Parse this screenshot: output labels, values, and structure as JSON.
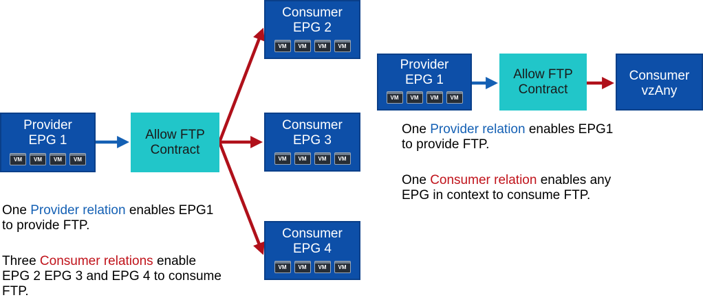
{
  "left": {
    "provider": {
      "line1": "Provider",
      "line2": "EPG 1",
      "vms": [
        "VM",
        "VM",
        "VM",
        "VM"
      ]
    },
    "contract": {
      "line1": "Allow FTP",
      "line2": "Contract"
    },
    "consumers": [
      {
        "line1": "Consumer",
        "line2": "EPG 2",
        "vms": [
          "VM",
          "VM",
          "VM",
          "VM"
        ]
      },
      {
        "line1": "Consumer",
        "line2": "EPG 3",
        "vms": [
          "VM",
          "VM",
          "VM",
          "VM"
        ]
      },
      {
        "line1": "Consumer",
        "line2": "EPG 4",
        "vms": [
          "VM",
          "VM",
          "VM",
          "VM"
        ]
      }
    ],
    "caption1": {
      "pre": "One ",
      "highlight": "Provider relation",
      "post": " enables EPG1",
      "line2": "to provide FTP."
    },
    "caption2": {
      "pre": "Three ",
      "highlight": "Consumer relations",
      "post": " enable",
      "line2": "EPG 2 EPG 3 and EPG 4 to consume",
      "line3": "FTP."
    }
  },
  "right": {
    "provider": {
      "line1": "Provider",
      "line2": "EPG 1",
      "vms": [
        "VM",
        "VM",
        "VM",
        "VM"
      ]
    },
    "contract": {
      "line1": "Allow FTP",
      "line2": "Contract"
    },
    "consumer": {
      "line1": "Consumer",
      "line2": "vzAny"
    },
    "caption1": {
      "pre": "One ",
      "highlight": "Provider relation",
      "post": " enables EPG1",
      "line2": "to provide FTP."
    },
    "caption2": {
      "pre": "One ",
      "highlight": "Consumer relation",
      "post": " enables any",
      "line2": "EPG in context to consume FTP."
    }
  },
  "colors": {
    "epg_box": "#0d4fa8",
    "contract_box": "#21c6c9",
    "provider_arrow": "#1460b4",
    "consumer_arrow": "#b0101a"
  }
}
